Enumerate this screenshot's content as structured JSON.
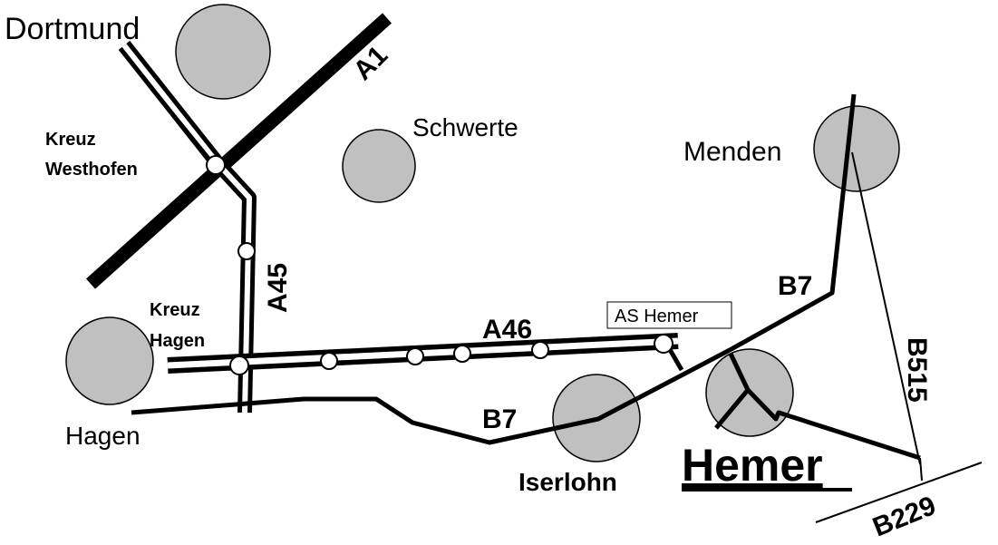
{
  "cities": {
    "dortmund": "Dortmund",
    "schwerte": "Schwerte",
    "menden": "Menden",
    "hagen": "Hagen",
    "iserlohn": "Iserlohn",
    "hemer": "Hemer"
  },
  "junctions": {
    "westhofen_line1": "Kreuz",
    "westhofen_line2": "Westhofen",
    "hagen_line1": "Kreuz",
    "hagen_line2": "Hagen",
    "as_hemer": "AS Hemer"
  },
  "roads": {
    "a1": "A1",
    "a45": "A45",
    "a46": "A46",
    "b7_east": "B7",
    "b7_south": "B7",
    "b515": "B515",
    "b229": "B229"
  },
  "colors": {
    "city_fill": "#c0c0c0",
    "road": "#000000"
  }
}
